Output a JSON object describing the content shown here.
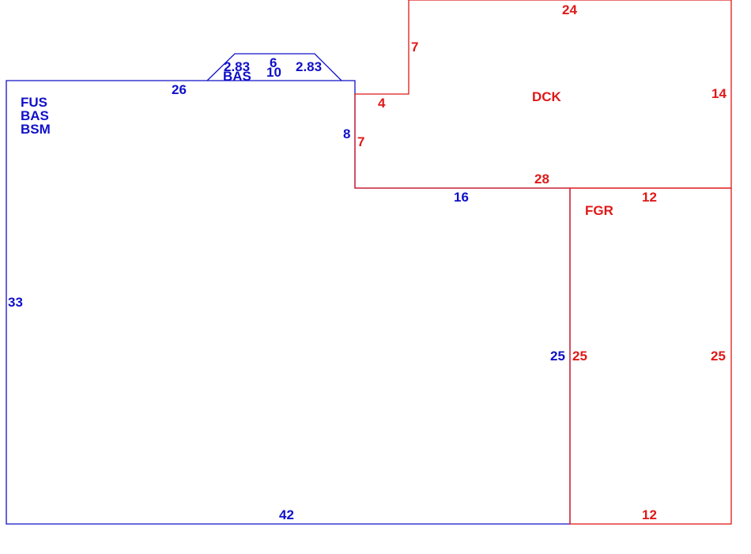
{
  "colors": {
    "blue": "#1010c8",
    "red": "#e01818"
  },
  "areas": {
    "main": {
      "codes": [
        "FUS",
        "BAS",
        "BSM"
      ]
    },
    "bay": {
      "code": "BAS",
      "sides": [
        "2.83",
        "6",
        "2.83"
      ],
      "base": "10"
    },
    "deck": {
      "code": "DCK"
    },
    "garage": {
      "code": "FGR"
    }
  },
  "dims": {
    "main_top": "26",
    "main_left": "33",
    "main_bottom": "42",
    "main_right_upper": "8",
    "main_right_lower": "25",
    "main_step": "16",
    "deck_top": "24",
    "deck_right": "14",
    "deck_left_upper": "7",
    "deck_step": "4",
    "deck_left_lower": "7",
    "deck_bottom": "28",
    "garage_top": "12",
    "garage_left": "25",
    "garage_right": "25",
    "garage_bottom": "12"
  }
}
